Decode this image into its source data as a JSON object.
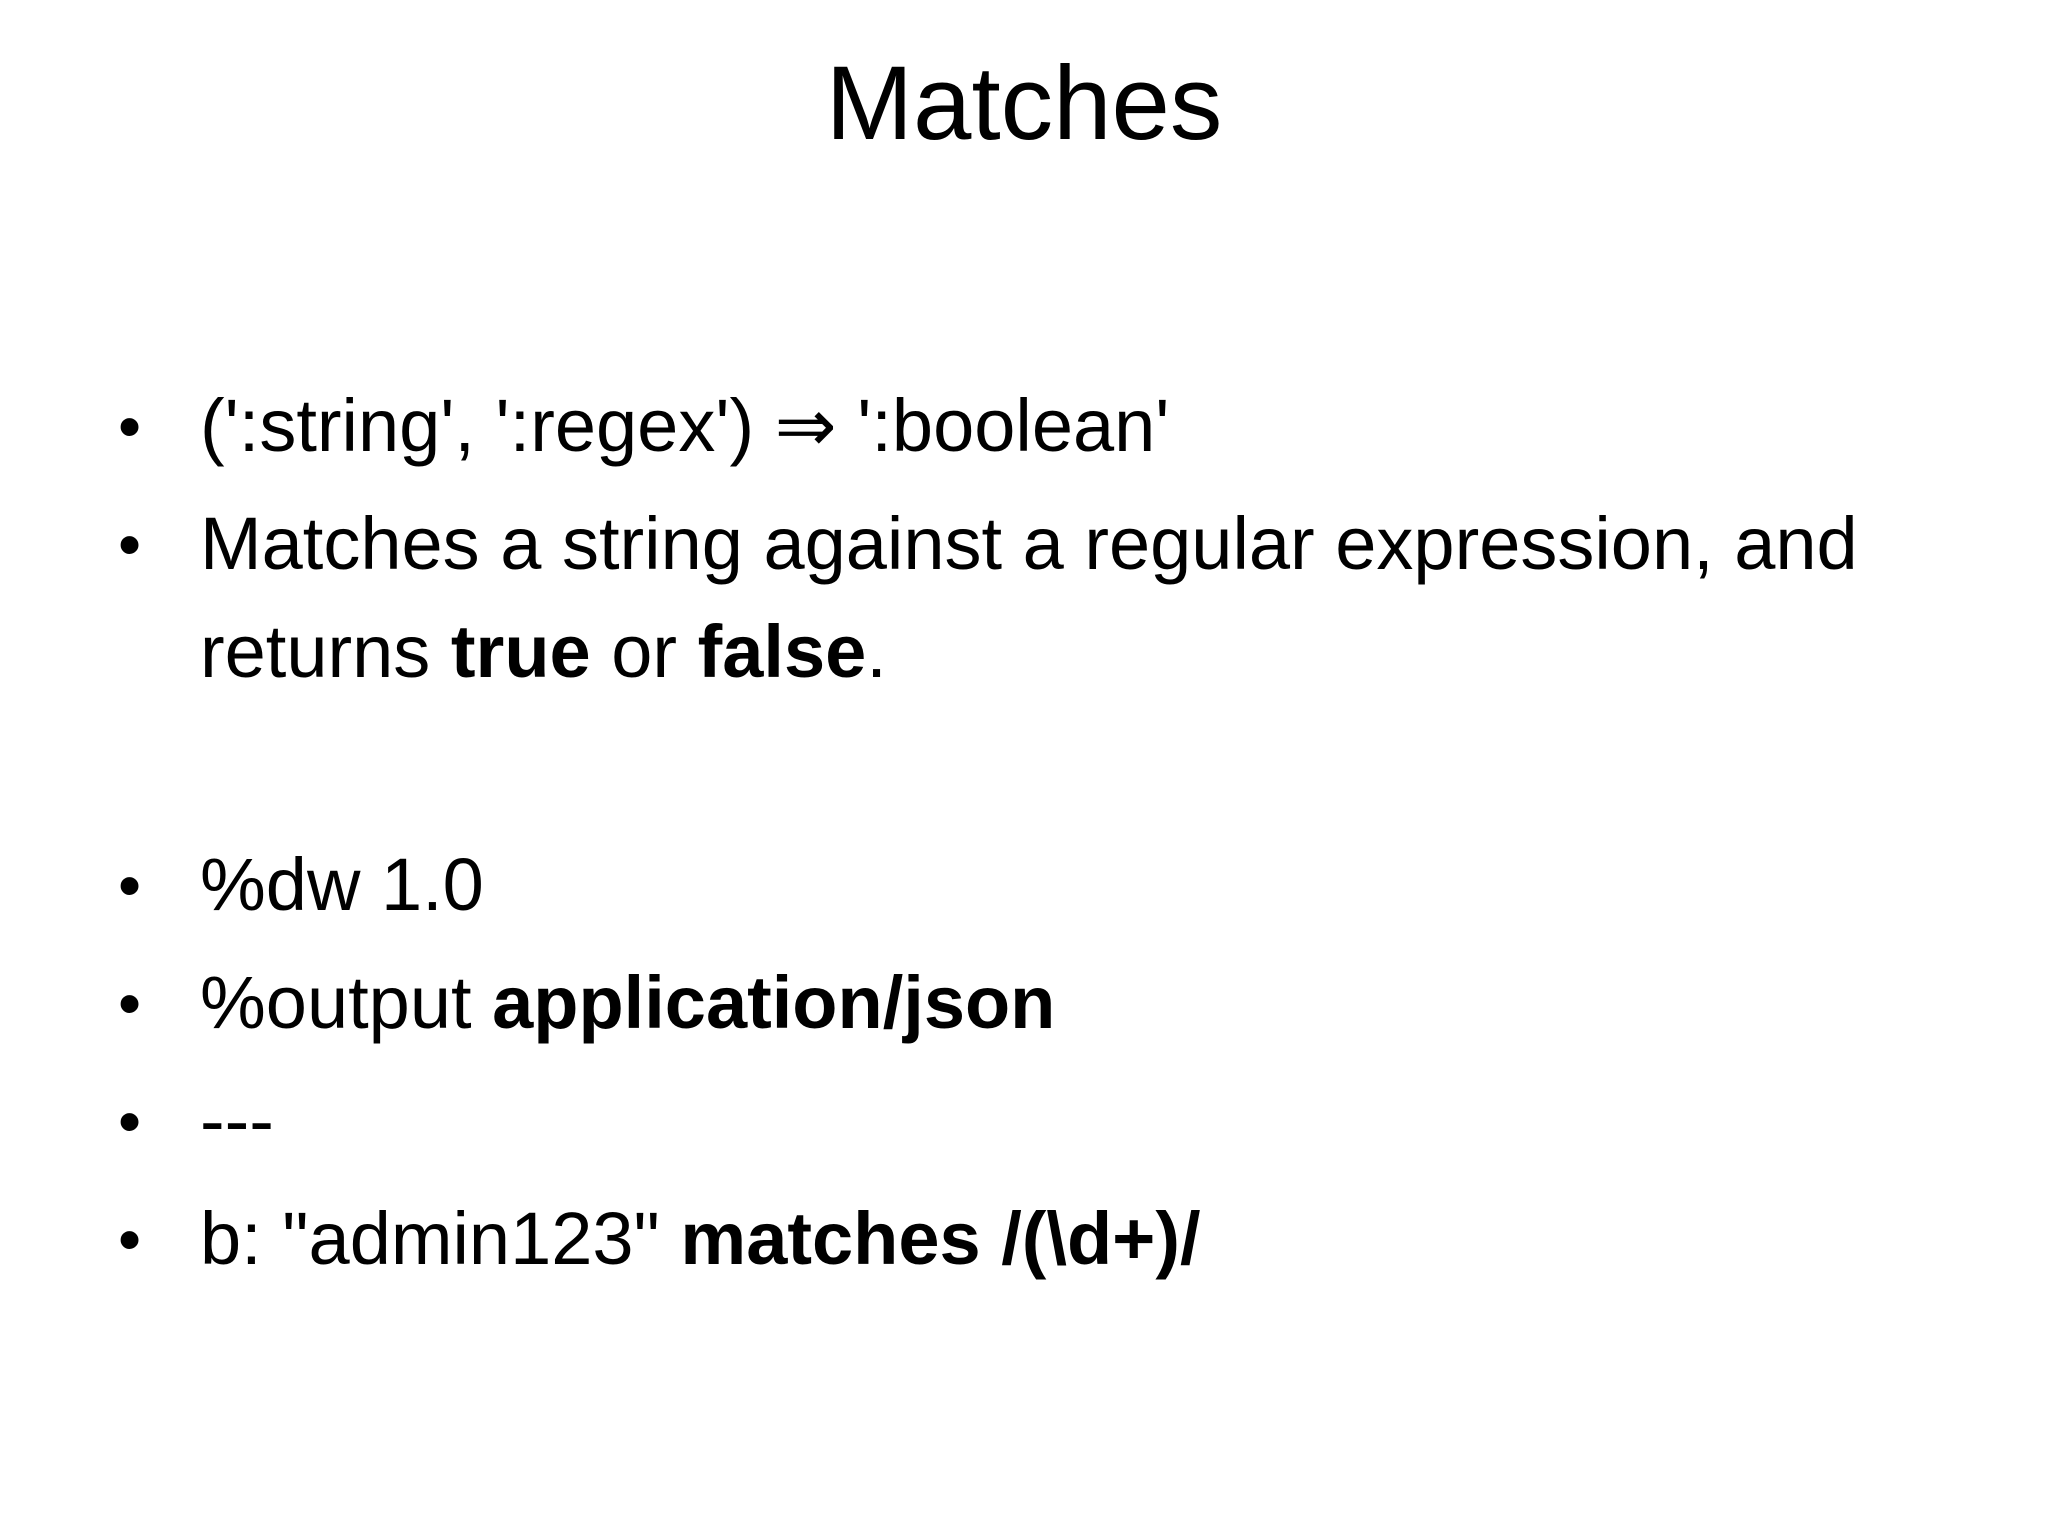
{
  "slide": {
    "title": "Matches",
    "bullet_glyph": "•",
    "bullets": {
      "b1": {
        "text": "(':string', ':regex') ⇒ ':boolean'"
      },
      "b2": {
        "part1": "Matches a string against a regular expression, and returns ",
        "bold1": "true",
        "part2": " or ",
        "bold2": "false",
        "part3": "."
      },
      "b3": {
        "text": "%dw 1.0"
      },
      "b4": {
        "part1": "%output ",
        "bold1": "application/json"
      },
      "b5": {
        "text": "---"
      },
      "b6": {
        "part1": "b: \"admin123\" ",
        "bold1": "matches /(\\d+)/"
      }
    },
    "colors": {
      "background": "#ffffff",
      "text": "#000000"
    }
  }
}
